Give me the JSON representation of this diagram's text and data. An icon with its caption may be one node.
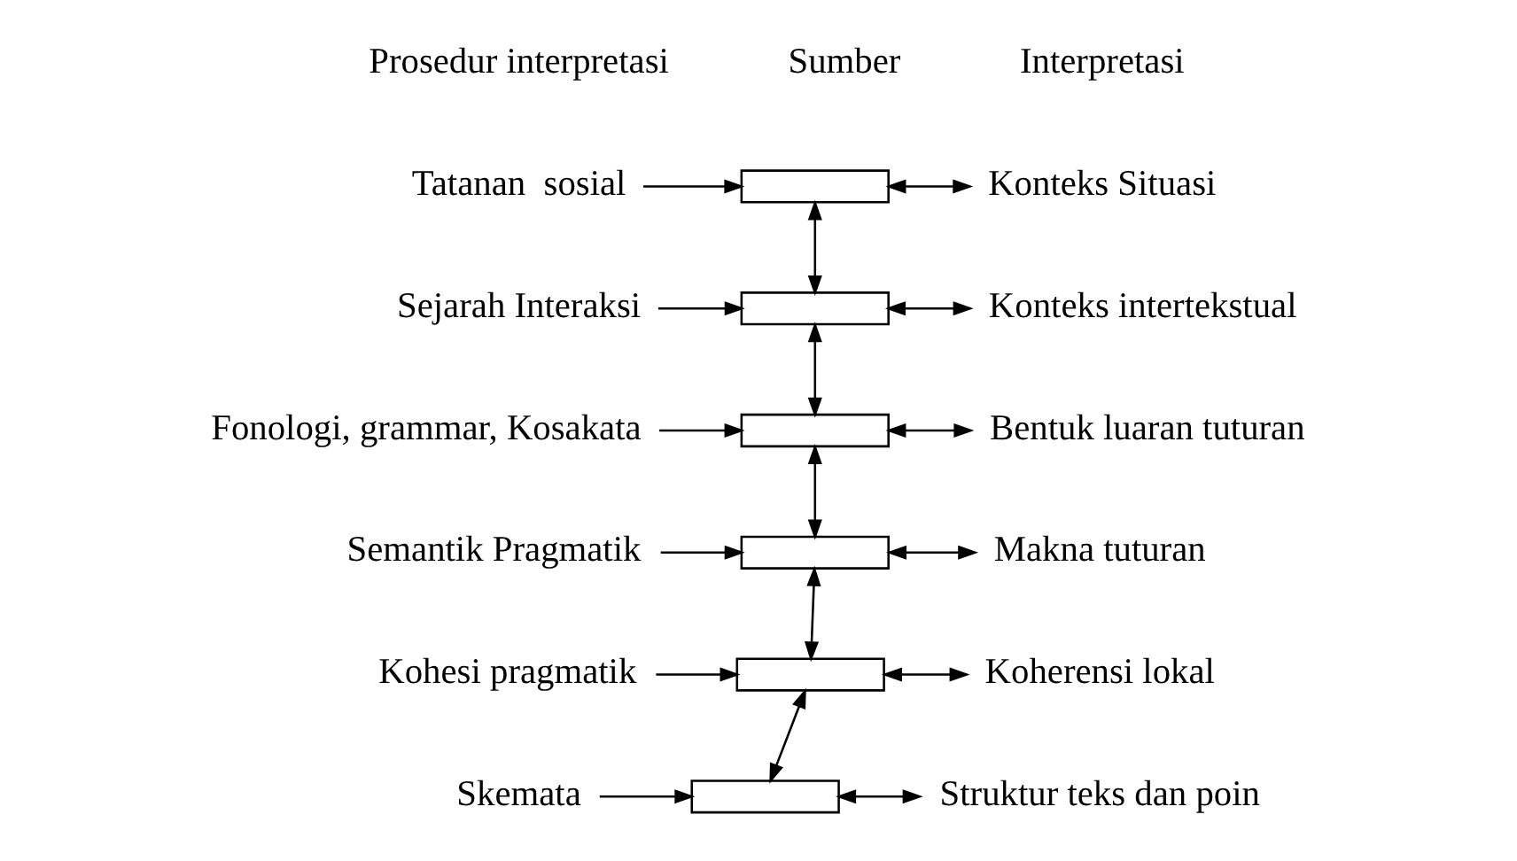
{
  "diagram": {
    "nodes": [
      {
        "text": [
          "Tatanan  sosial"
        ]
      },
      {
        "text": [],
        "shape": "box"
      },
      {
        "text": [
          "Konteks Situasi"
        ]
      },
      {
        "text": [
          "Sejarah Interaksi"
        ]
      },
      {
        "text": [],
        "shape": "box"
      },
      {
        "text": [
          "Konteks intertekstual"
        ]
      },
      {
        "text": [
          "Fonologi, grammar, Kosakata"
        ]
      },
      {
        "text": [],
        "shape": "box"
      },
      {
        "text": [
          "Bentuk luaran tuturan"
        ]
      },
      {
        "text": [
          "Semantik Pragmatik"
        ]
      },
      {
        "text": [],
        "shape": "box"
      },
      {
        "text": [
          "Makna tuturan"
        ]
      },
      {
        "text": [
          "Kohesi pragmatik"
        ]
      },
      {
        "text": [],
        "shape": "box"
      },
      {
        "text": [
          "Koherensi lokal"
        ]
      },
      {
        "text": [
          "Skemata"
        ]
      },
      {
        "text": [],
        "shape": "box"
      },
      {
        "text": [
          "Struktur teks dan poin"
        ]
      }
    ],
    "edges": [
      {
        "from": 0,
        "to": 1,
        "arrow": "to"
      },
      {
        "from": 1,
        "to": 2,
        "arrow": "both"
      },
      {
        "from": 1,
        "to": 4,
        "arrow": "both"
      },
      {
        "from": 3,
        "to": 4,
        "arrow": "to"
      },
      {
        "from": 4,
        "to": 5,
        "arrow": "both"
      },
      {
        "from": 4,
        "to": 7,
        "arrow": "both"
      },
      {
        "from": 6,
        "to": 7,
        "arrow": "to"
      },
      {
        "from": 7,
        "to": 8,
        "arrow": "both"
      },
      {
        "from": 7,
        "to": 10,
        "arrow": "both"
      },
      {
        "from": 9,
        "to": 10,
        "arrow": "to"
      },
      {
        "from": 10,
        "to": 11,
        "arrow": "both"
      },
      {
        "from": 10,
        "to": 13,
        "arrow": "both"
      },
      {
        "from": 12,
        "to": 13,
        "arrow": "to"
      },
      {
        "from": 13,
        "to": 14,
        "arrow": "both"
      },
      {
        "from": 13,
        "to": 16,
        "arrow": "both"
      },
      {
        "from": 15,
        "to": 16,
        "arrow": "to"
      },
      {
        "from": 16,
        "to": 17,
        "arrow": "both"
      }
    ],
    "labels": [
      "Prosedur interpretasi",
      "Sumber",
      "Interpretasi"
    ]
  }
}
